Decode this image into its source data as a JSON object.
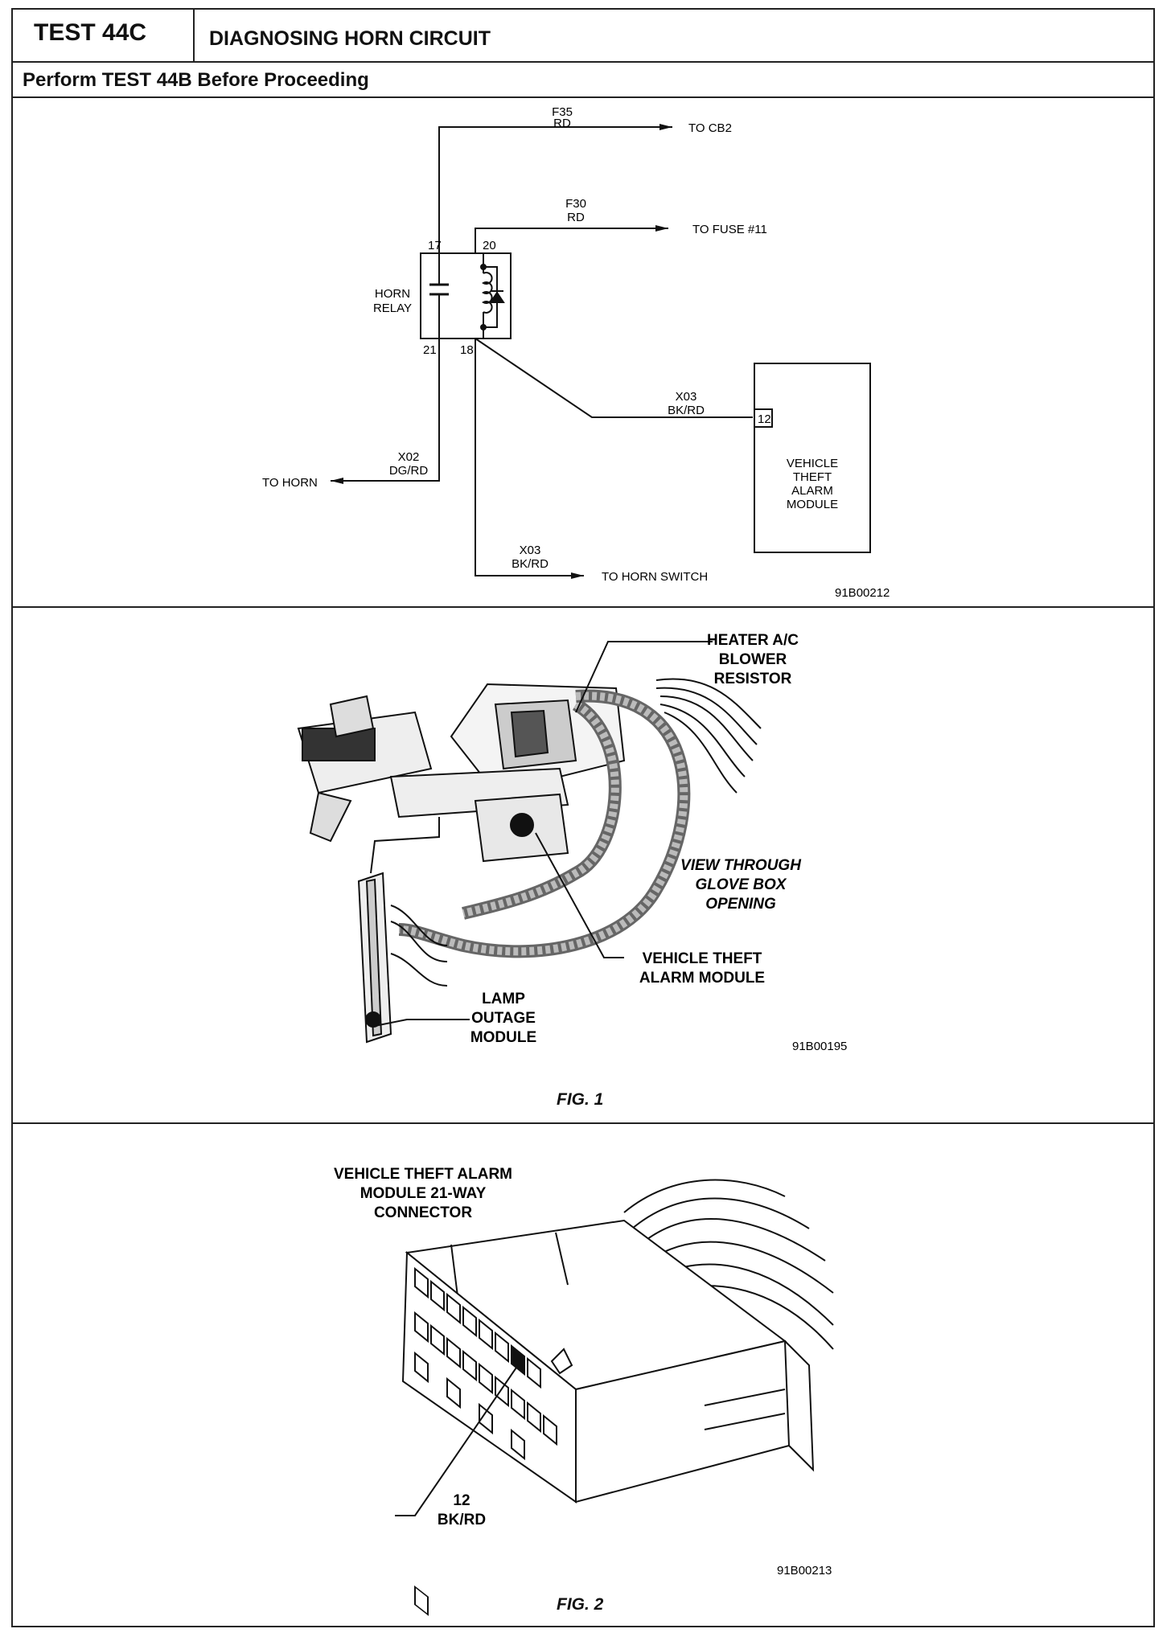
{
  "header": {
    "test_id": "TEST 44C",
    "title": "DIAGNOSING HORN CIRCUIT",
    "subheader": "Perform TEST 44B Before Proceeding"
  },
  "schematic": {
    "relay_label": [
      "HORN",
      "RELAY"
    ],
    "pins": {
      "p17": "17",
      "p20": "20",
      "p21": "21",
      "p18": "18"
    },
    "wires": {
      "f35": {
        "circuit": "F35",
        "color": "RD",
        "dest": "TO CB2"
      },
      "f30": {
        "circuit": "F30",
        "color": "RD",
        "dest": "TO FUSE #11"
      },
      "x02": {
        "circuit": "X02",
        "color": "DG/RD",
        "dest": "TO HORN"
      },
      "x03_module": {
        "circuit": "X03",
        "color": "BK/RD"
      },
      "x03_switch": {
        "circuit": "X03",
        "color": "BK/RD",
        "dest": "TO HORN SWITCH"
      }
    },
    "module_pin": "12",
    "module_label": [
      "VEHICLE",
      "THEFT",
      "ALARM",
      "MODULE"
    ],
    "figure_code": "91B00212"
  },
  "fig1": {
    "labels": {
      "heater": [
        "HEATER A/C",
        "BLOWER",
        "RESISTOR"
      ],
      "view": [
        "VIEW THROUGH",
        "GLOVE BOX",
        "OPENING"
      ],
      "vtam": [
        "VEHICLE THEFT",
        "ALARM MODULE"
      ],
      "lamp": [
        "LAMP",
        "OUTAGE",
        "MODULE"
      ]
    },
    "figure_code": "91B00195",
    "caption": "FIG. 1"
  },
  "fig2": {
    "title": [
      "VEHICLE THEFT ALARM",
      "MODULE 21-WAY",
      "CONNECTOR"
    ],
    "pin_label": [
      "12",
      "BK/RD"
    ],
    "figure_code": "91B00213",
    "caption": "FIG. 2"
  }
}
